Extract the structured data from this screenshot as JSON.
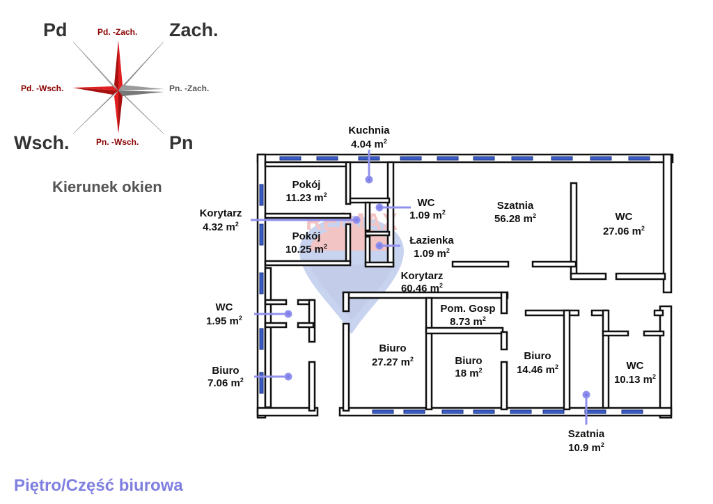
{
  "colors": {
    "wall": "#111111",
    "window": "#3a5cc7",
    "leader": "#9090ee",
    "compass_red": "#cc1f1f",
    "compass_gray": "#9a9a9a",
    "compass_dark_label": "#8b0000",
    "footer": "#7f7fe0"
  },
  "compass": {
    "big": {
      "nw": "Pd",
      "ne": "Zach.",
      "sw": "Wsch.",
      "se": "Pn"
    },
    "small": {
      "n": "Pd. -Zach.",
      "w": "Pd. -Wsch.",
      "e": "Pn. -Zach.",
      "s": "Pn. -Wsch."
    },
    "legend": "Kierunek okien"
  },
  "rooms": [
    {
      "id": "kuchnia",
      "name": "Kuchnia",
      "area": "4.04 m",
      "sup": "2"
    },
    {
      "id": "pokoj1",
      "name": "Pokój",
      "area": "11.23 m",
      "sup": "2"
    },
    {
      "id": "wc-small-1",
      "name": "WC",
      "area": "1.09 m",
      "sup": "2"
    },
    {
      "id": "szatnia-big",
      "name": "Szatnia",
      "area": "56.28 m",
      "sup": "2"
    },
    {
      "id": "wc-big",
      "name": "WC",
      "area": "27.06 m",
      "sup": "2"
    },
    {
      "id": "korytarz-small",
      "name": "Korytarz",
      "area": "4.32 m",
      "sup": "2"
    },
    {
      "id": "pokoj2",
      "name": "Pokój",
      "area": "10.25 m",
      "sup": "2"
    },
    {
      "id": "lazienka",
      "name": "Łazienka",
      "area": "1.09 m",
      "sup": "2"
    },
    {
      "id": "korytarz-big",
      "name": "Korytarz",
      "area": "60.46 m",
      "sup": "2"
    },
    {
      "id": "wc-left",
      "name": "WC",
      "area": "1.95 m",
      "sup": "2"
    },
    {
      "id": "pom-gosp",
      "name": "Pom. Gosp",
      "area": "8.73 m",
      "sup": "2"
    },
    {
      "id": "biuro-27",
      "name": "Biuro",
      "area": "27.27 m",
      "sup": "2"
    },
    {
      "id": "biuro-18",
      "name": "Biuro",
      "area": "18 m",
      "sup": "2"
    },
    {
      "id": "biuro-14",
      "name": "Biuro",
      "area": "14.46 m",
      "sup": "2"
    },
    {
      "id": "wc-right",
      "name": "WC",
      "area": "10.13 m",
      "sup": "2"
    },
    {
      "id": "biuro-7",
      "name": "Biuro",
      "area": "7.06 m",
      "sup": "2"
    },
    {
      "id": "szatnia-small",
      "name": "Szatnia",
      "area": "10.9 m",
      "sup": "2"
    }
  ],
  "watermark": "RE/MAX",
  "footer": "Piętro/Część biurowa"
}
